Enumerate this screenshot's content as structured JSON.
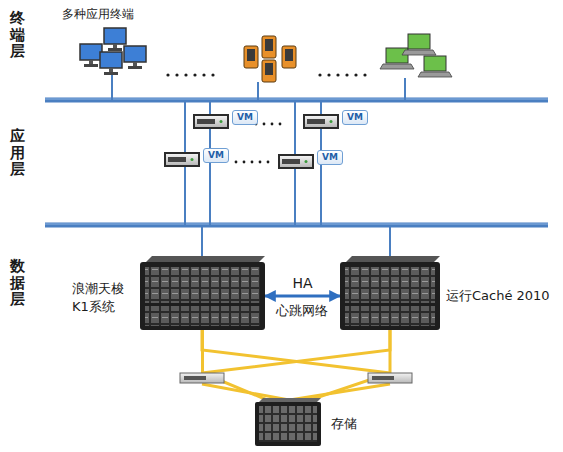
{
  "diagram": {
    "nodes": [
      {
        "text": [
          "VM"
        ]
      },
      {
        "text": [
          "VM"
        ]
      },
      {
        "text": [
          "VM"
        ]
      },
      {
        "text": [
          "VM"
        ]
      },
      {
        "text": [
          "浪潮天梭 K1系统"
        ]
      },
      {
        "text": [
          "运行Caché 2010"
        ]
      },
      {
        "text": [
          "存储"
        ]
      }
    ],
    "edges": [
      {
        "from": 4,
        "to": 5,
        "arrow": "both",
        "label": "HA"
      },
      {
        "from": 4,
        "to": 6,
        "arrow": "none"
      },
      {
        "from": 5,
        "to": 6,
        "arrow": "none"
      }
    ],
    "labels": [
      "终端层",
      "应用层",
      "数据层",
      "多种应用终端",
      "心跳网络"
    ]
  }
}
